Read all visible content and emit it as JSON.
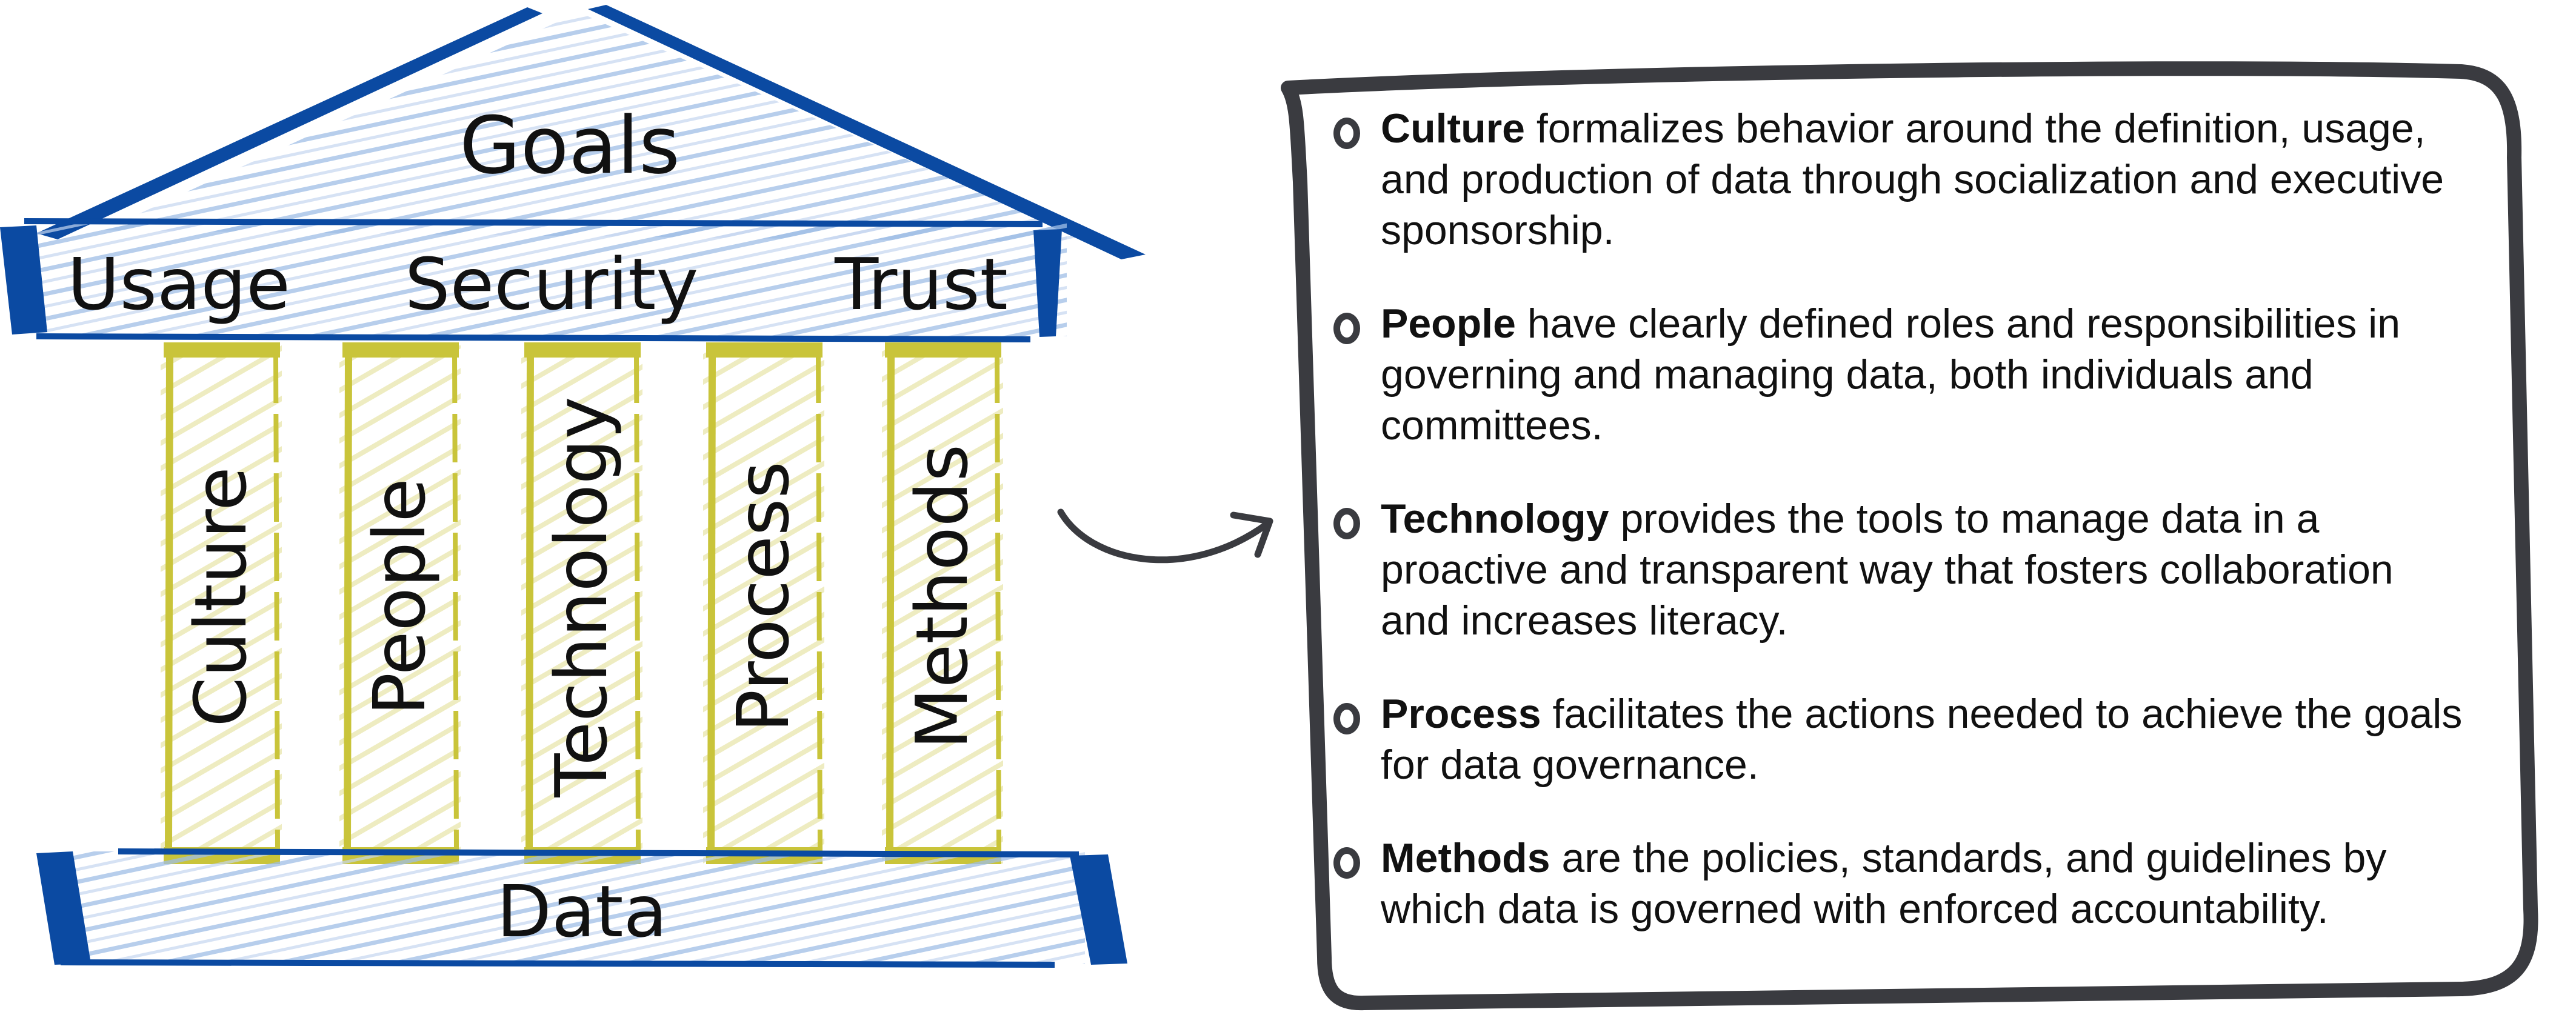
{
  "temple": {
    "roof_label": "Goals",
    "beam_labels": [
      "Usage",
      "Security",
      "Trust"
    ],
    "pillars": [
      "Culture",
      "People",
      "Technology",
      "Process",
      "Methods"
    ],
    "base_label": "Data"
  },
  "bullets": [
    {
      "term": "Culture",
      "text": "formalizes behavior around the definition, usage, and production of data through socialization and executive sponsorship."
    },
    {
      "term": "People",
      "text": "have clearly defined roles and responsibilities in governing and managing data, both individuals and committees."
    },
    {
      "term": "Technology",
      "text": "provides the tools to manage data in a proactive and transparent way that fosters collaboration and increases literacy."
    },
    {
      "term": "Process",
      "text": "facilitates the actions needed to achieve the goals for data governance."
    },
    {
      "term": "Methods",
      "text": "are the policies, standards, and guidelines by which data is governed with enforced accountability."
    }
  ],
  "colors": {
    "blue": "#0b4aa2",
    "light_blue": "#9fbde6",
    "pillar_yellow": "#c9c43a",
    "pillar_fill": "#f2f0c8",
    "frame": "#3a3b40"
  }
}
